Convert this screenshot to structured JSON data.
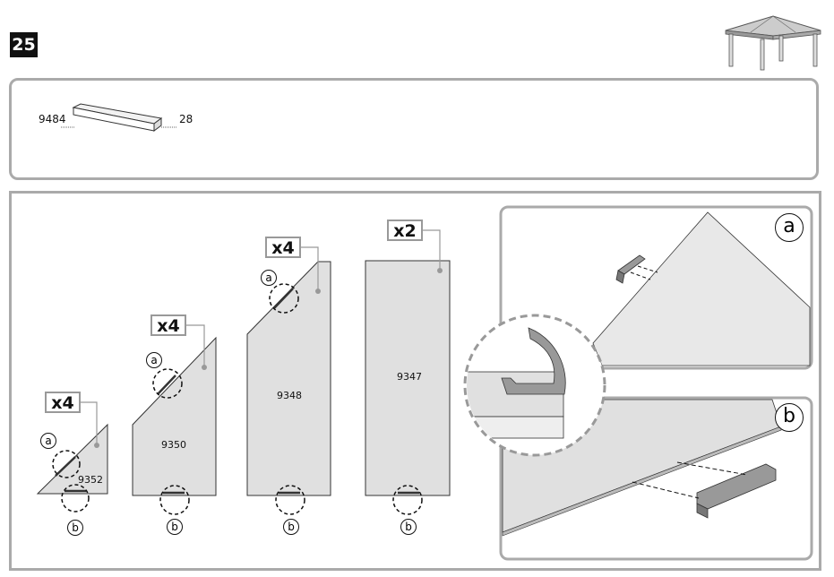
{
  "step": {
    "number": "25"
  },
  "parts": {
    "profile_code": "9484",
    "profile_qty": "28"
  },
  "panels": [
    {
      "code": "9352",
      "mult": "x4",
      "a": "a",
      "b": "b"
    },
    {
      "code": "9350",
      "mult": "x4",
      "a": "a",
      "b": "b"
    },
    {
      "code": "9348",
      "mult": "x4",
      "a": "a",
      "b": "b"
    },
    {
      "code": "9347",
      "mult": "x2",
      "b": "b"
    }
  ],
  "details": {
    "a_label": "a",
    "b_label": "b"
  },
  "icons": {
    "gazebo": "gazebo-icon",
    "profile": "edge-profile-icon"
  },
  "colors": {
    "panel_fill": "#e0e0e0",
    "frame": "#aaaaaa",
    "profile": "#999999"
  }
}
